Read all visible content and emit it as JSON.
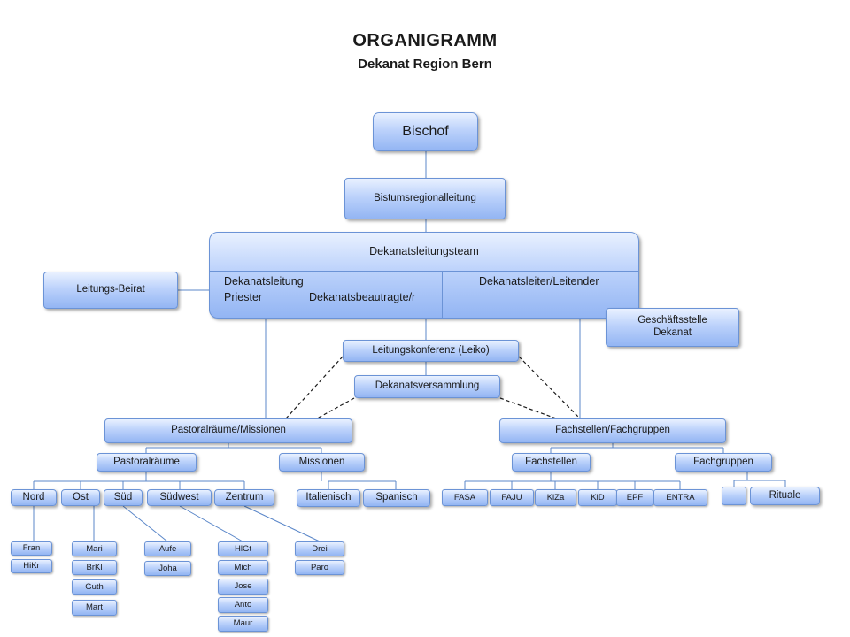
{
  "header": {
    "title": "ORGANIGRAMM",
    "subtitle": "Dekanat Region Bern"
  },
  "nodes": {
    "bischof": "Bischof",
    "bistumsregionalleitung": "Bistumsregionalleitung",
    "team": {
      "title": "Dekanatsleitungsteam",
      "left_line1": "Dekanatsleitung",
      "left_line2a": "Priester",
      "left_line2b": "Dekanatsbeautragte/r",
      "right_line1": "Dekanatsleiter/Leitender"
    },
    "leitungs_beirat": "Leitungs-Beirat",
    "geschaeftsstelle_line1": "Geschäftsstelle",
    "geschaeftsstelle_line2": "Dekanat",
    "leiko": "Leitungskonferenz (Leiko)",
    "versammlung": "Dekanatsversammlung",
    "pastoralraeume_missionen": "Pastoralräume/Missionen",
    "fachstellen_fachgruppen": "Fachstellen/Fachgruppen",
    "pastoralraeume": "Pastoralräume",
    "missionen": "Missionen",
    "fachstellen": "Fachstellen",
    "fachgruppen": "Fachgruppen",
    "regions": [
      "Nord",
      "Ost",
      "Süd",
      "Südwest",
      "Zentrum"
    ],
    "missions": [
      "Italienisch",
      "Spanisch"
    ],
    "fach_items": [
      "FASA",
      "FAJU",
      "KiZa",
      "KiD",
      "EPF",
      "ENTRA"
    ],
    "fachgruppe_items": [
      "",
      "Rituale"
    ],
    "nord_items": [
      "Fran",
      "HiKr"
    ],
    "ost_items": [
      "Mari",
      "BrKl",
      "Guth",
      "Mart"
    ],
    "sued_items": [
      "Aufe",
      "Joha"
    ],
    "suedwest_items": [
      "HlGt",
      "Mich",
      "Jose",
      "Anto",
      "Maur"
    ],
    "zentrum_items": [
      "Drei",
      "Paro"
    ]
  },
  "colors": {
    "box_top": "#e9f1ff",
    "box_bottom": "#93b5f3",
    "border": "#6b93d6",
    "line": "#5b87c9"
  }
}
